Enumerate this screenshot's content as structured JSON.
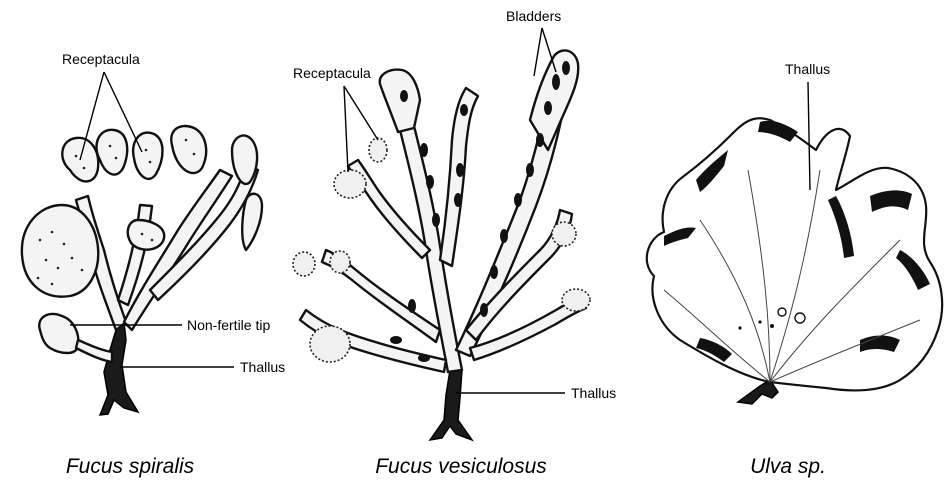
{
  "figure": {
    "captions": {
      "fucus_spiralis": "Fucus spiralis",
      "fucus_vesiculosus": "Fucus vesiculosus",
      "ulva": "Ulva sp."
    },
    "labels": {
      "spiralis_receptacula": "Receptacula",
      "spiralis_non_fertile_tip": "Non-fertile tip",
      "spiralis_thallus": "Thallus",
      "vesiculosus_receptacula": "Receptacula",
      "vesiculosus_bladders": "Bladders",
      "vesiculosus_thallus": "Thallus",
      "ulva_thallus": "Thallus"
    }
  }
}
